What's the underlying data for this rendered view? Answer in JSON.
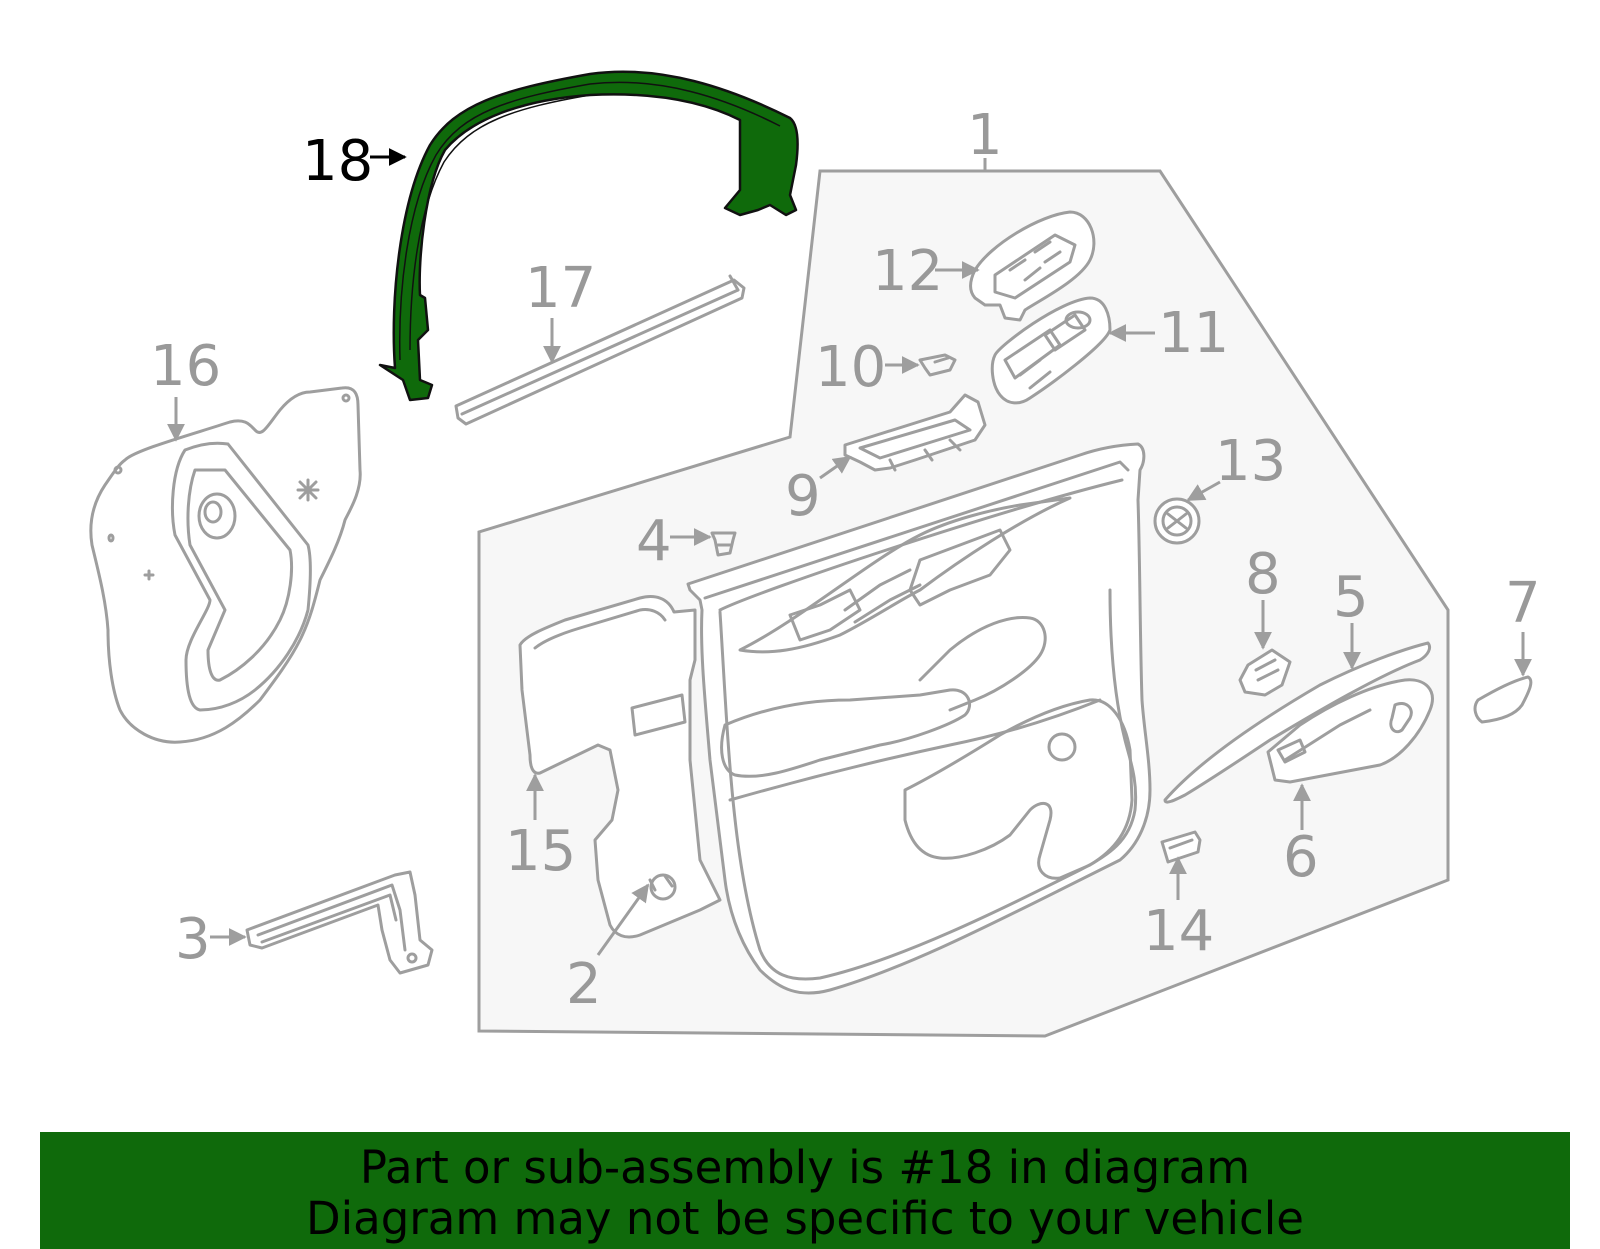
{
  "diagram": {
    "highlight_color": "#0f6a0b",
    "line_color": "#9e9e9e",
    "callouts": {
      "c1": "1",
      "c2": "2",
      "c3": "3",
      "c4": "4",
      "c5": "5",
      "c6": "6",
      "c7": "7",
      "c8": "8",
      "c9": "9",
      "c10": "10",
      "c11": "11",
      "c12": "12",
      "c13": "13",
      "c14": "14",
      "c15": "15",
      "c16": "16",
      "c17": "17",
      "c18": "18"
    }
  },
  "banner": {
    "line1": "Part or sub-assembly is #18 in diagram",
    "line2": "Diagram may not be specific to your vehicle",
    "background": "#0f6a0b"
  }
}
